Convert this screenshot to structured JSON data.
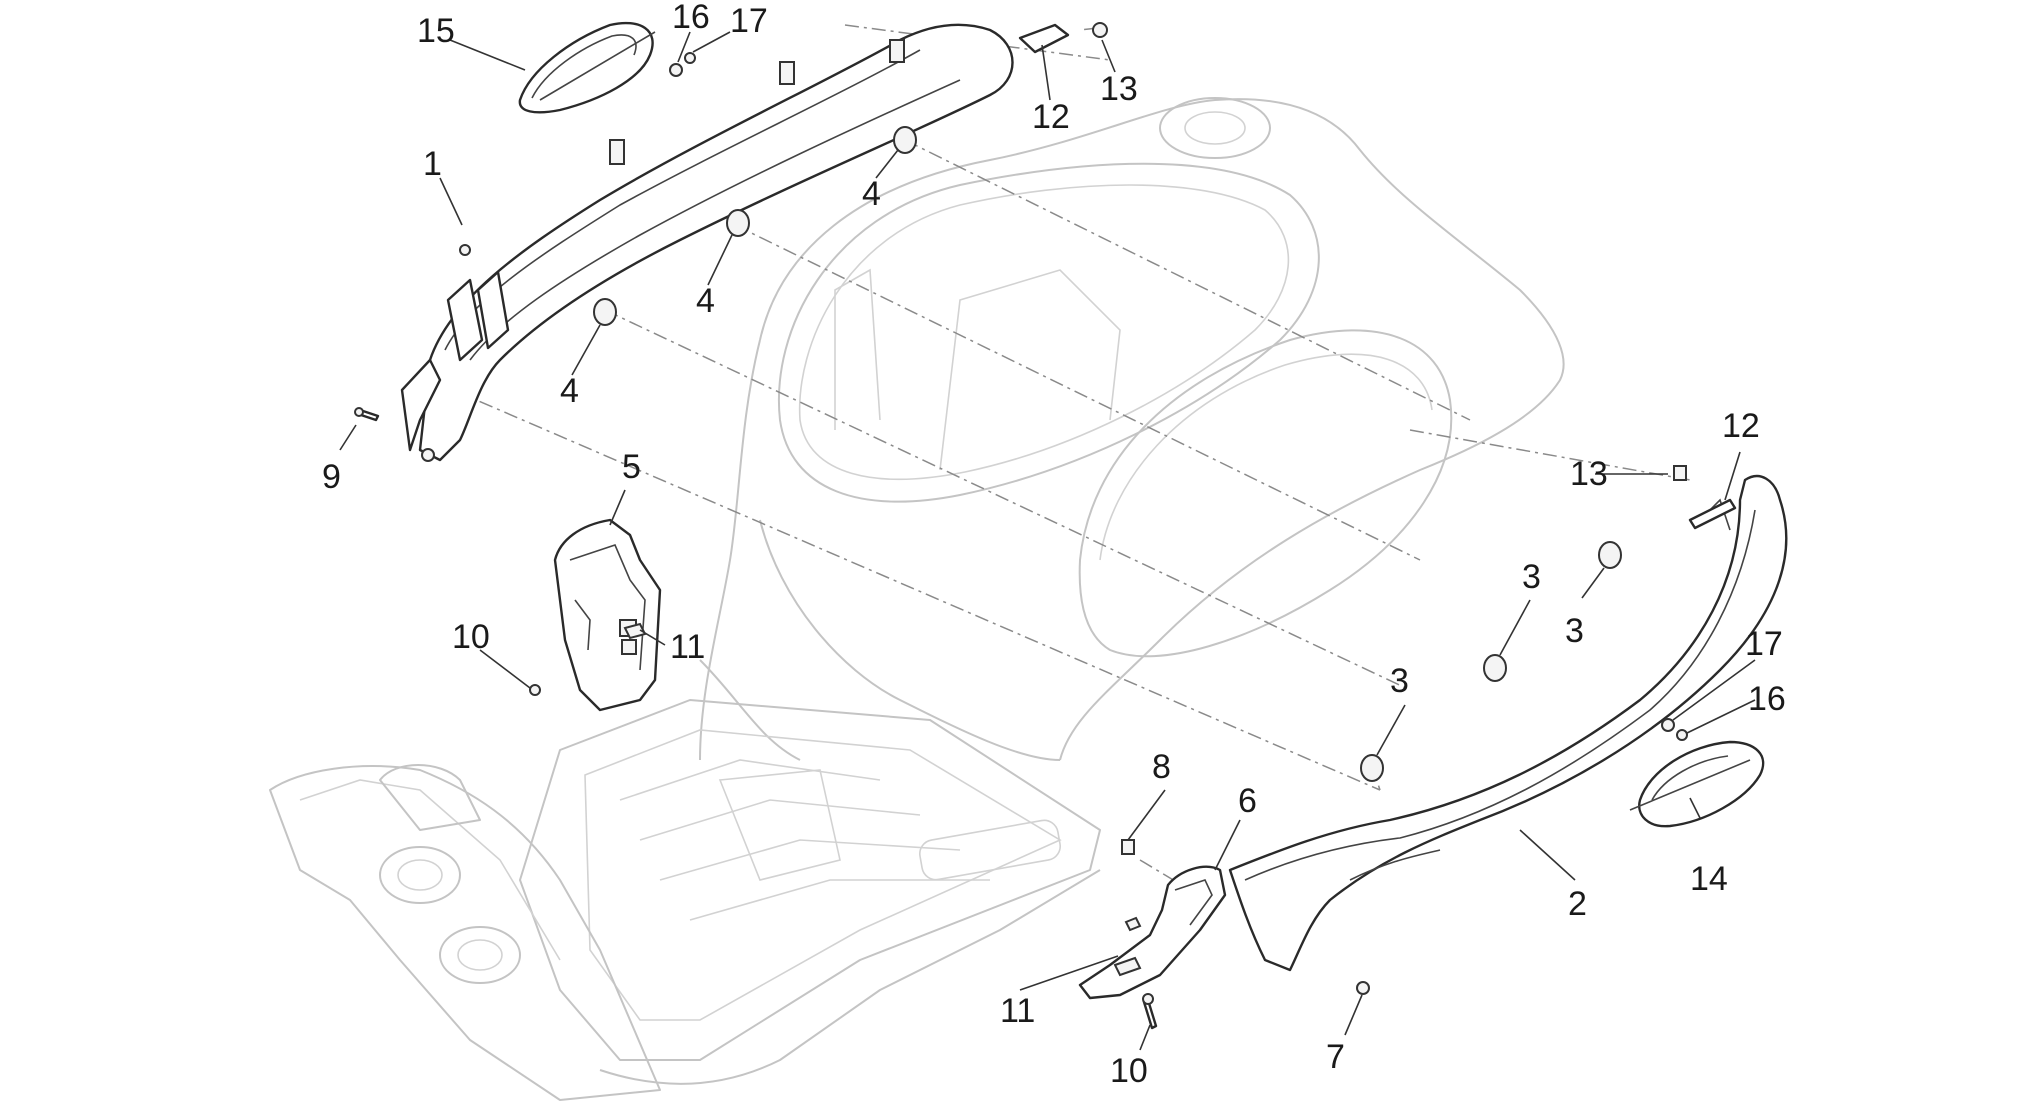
{
  "diagram": {
    "callouts": {
      "c1": "1",
      "c2": "2",
      "c3a": "3",
      "c3b": "3",
      "c3c": "3",
      "c4a": "4",
      "c4b": "4",
      "c4c": "4",
      "c5": "5",
      "c6": "6",
      "c7": "7",
      "c8": "8",
      "c9": "9",
      "c10a": "10",
      "c10b": "10",
      "c11a": "11",
      "c11b": "11",
      "c12a": "12",
      "c12b": "12",
      "c13a": "13",
      "c13b": "13",
      "c14": "14",
      "c15": "15",
      "c16a": "16",
      "c16b": "16",
      "c17a": "17",
      "c17b": "17"
    }
  }
}
